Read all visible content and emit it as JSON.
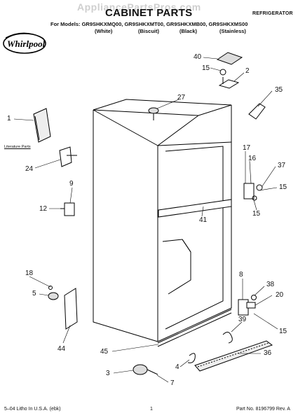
{
  "header": {
    "watermark": "AppliancePartsPros.com",
    "title": "CABINET PARTS",
    "category": "REFRIGERATOR",
    "models_prefix": "For Models:",
    "models": [
      "GR9SHKXMQ00,",
      "GR9SHKXMT00,",
      "GR9SHKXMB00,",
      "GR9SHKXMS00"
    ],
    "colors": [
      "(White)",
      "(Biscuit)",
      "(Black)",
      "(Stainless)"
    ],
    "brand": "Whirlpool"
  },
  "callouts": [
    "40",
    "15",
    "2",
    "27",
    "35",
    "1",
    "17",
    "16",
    "37",
    "24",
    "15",
    "9",
    "41",
    "12",
    "15",
    "18",
    "8",
    "38",
    "5",
    "20",
    "39",
    "15",
    "44",
    "45",
    "36",
    "4",
    "3",
    "7"
  ],
  "literature_caption": "Literature Parts",
  "footer": {
    "left": "5–04 Litho In U.S.A. (ebk)",
    "page": "1",
    "right": "Part No. 8196799 Rev. A"
  }
}
